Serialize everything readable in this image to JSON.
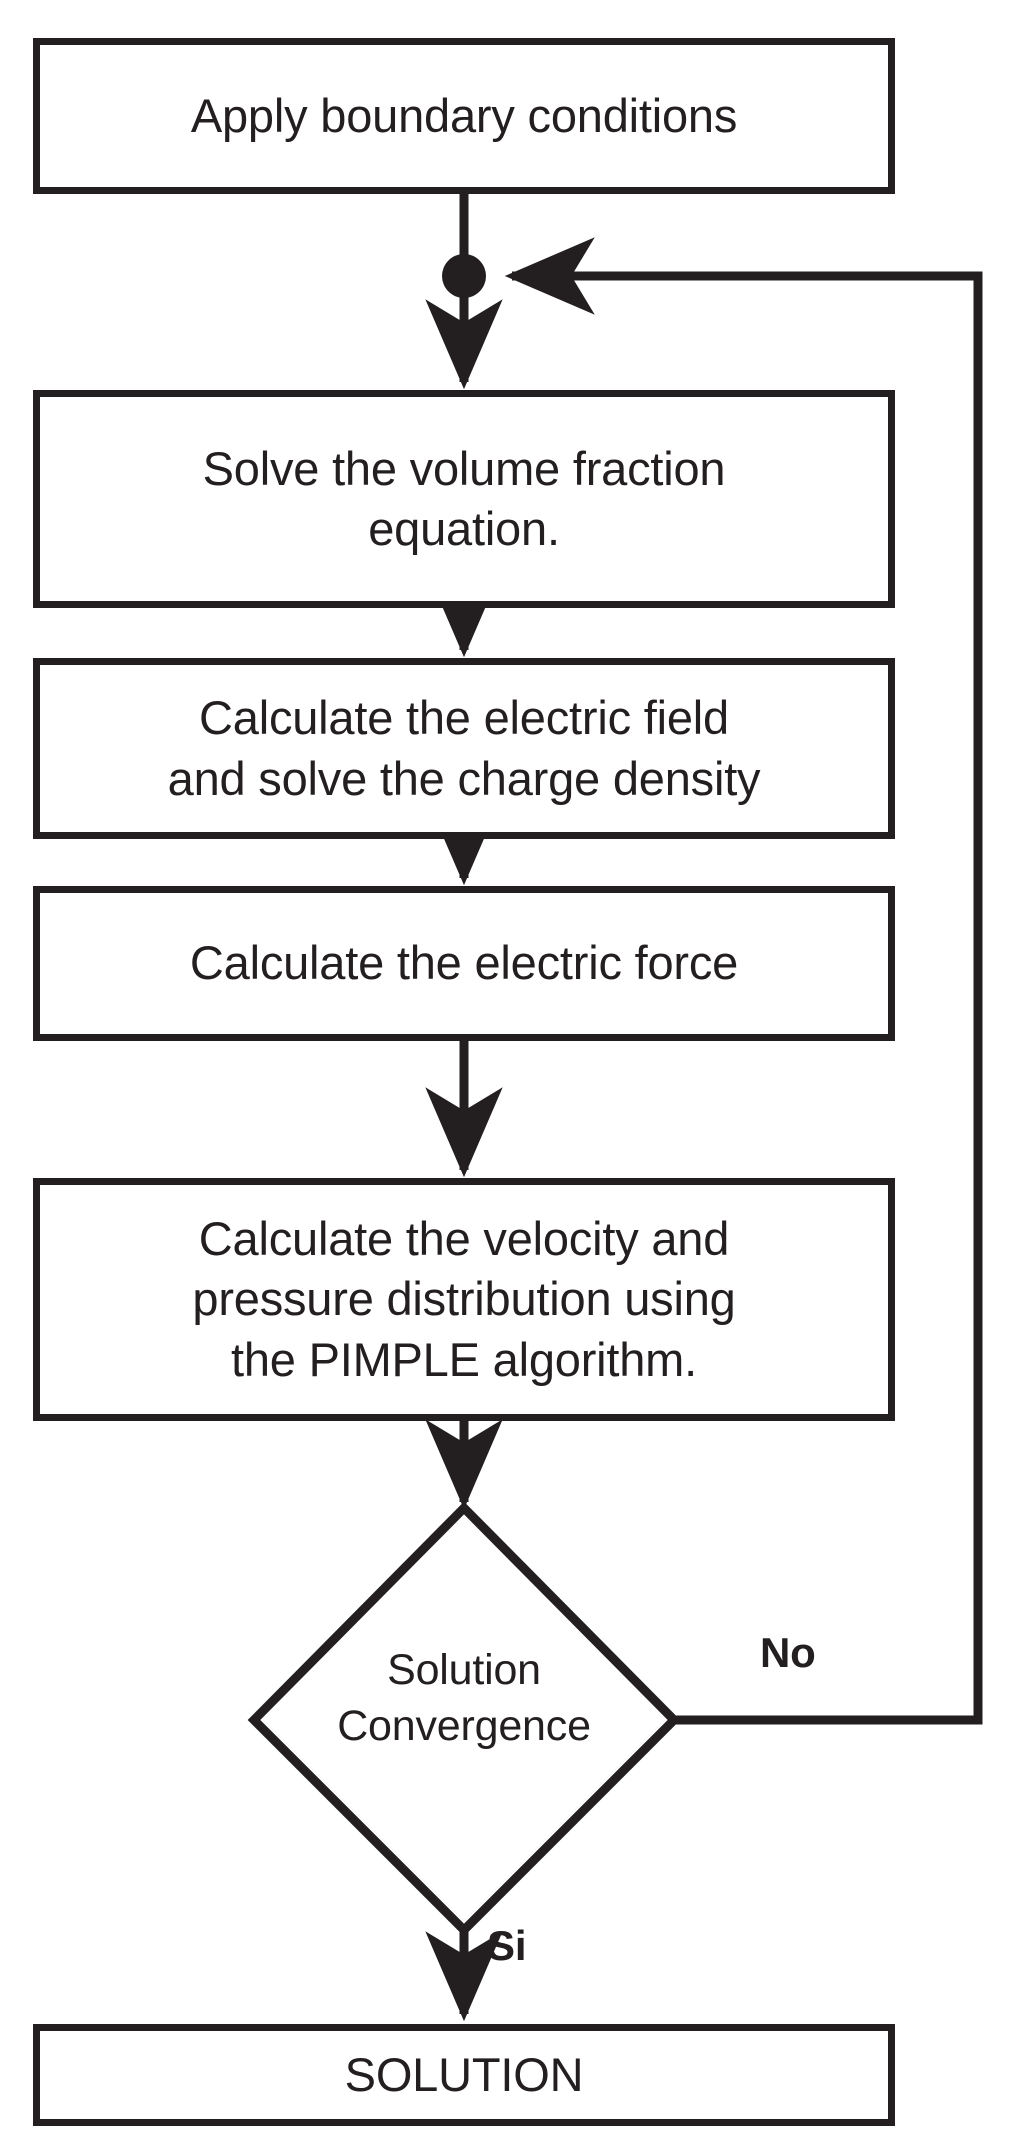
{
  "diagram": {
    "title": "CFD solver iteration flowchart",
    "type": "flowchart",
    "colors": {
      "stroke": "#231f20",
      "fill": "#ffffff",
      "background": "#ffffff"
    },
    "nodes": [
      {
        "id": "apply-boundary-conditions",
        "shape": "process",
        "label": "Apply boundary conditions"
      },
      {
        "id": "solve-volume-fraction",
        "shape": "process",
        "label": "Solve the volume fraction\nequation."
      },
      {
        "id": "calculate-electric-field",
        "shape": "process",
        "label": "Calculate the electric field\nand solve the charge density"
      },
      {
        "id": "calculate-electric-force",
        "shape": "process",
        "label": "Calculate the electric force"
      },
      {
        "id": "calculate-velocity-pressure",
        "shape": "process",
        "label": "Calculate the velocity and\npressure distribution using\nthe PIMPLE algorithm."
      },
      {
        "id": "solution-convergence",
        "shape": "decision",
        "label": "Solution\nConvergence"
      },
      {
        "id": "solution",
        "shape": "process",
        "label": "SOLUTION"
      }
    ],
    "edge_labels": {
      "no": "No",
      "yes": "Si"
    },
    "junction": {
      "id": "loop-junction",
      "shape": "filled-dot"
    }
  }
}
